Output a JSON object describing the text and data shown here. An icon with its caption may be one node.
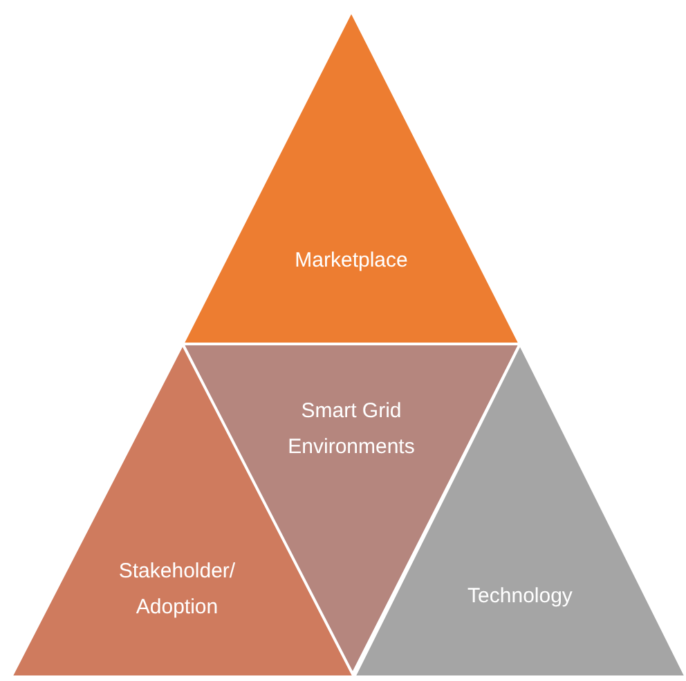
{
  "diagram": {
    "nodes": [
      {
        "text": [
          "Marketplace"
        ]
      },
      {
        "text": [
          "Smart Grid Environments"
        ]
      },
      {
        "text": [
          "Stakeholder/ Adoption"
        ]
      },
      {
        "text": [
          "Technology"
        ]
      }
    ]
  }
}
